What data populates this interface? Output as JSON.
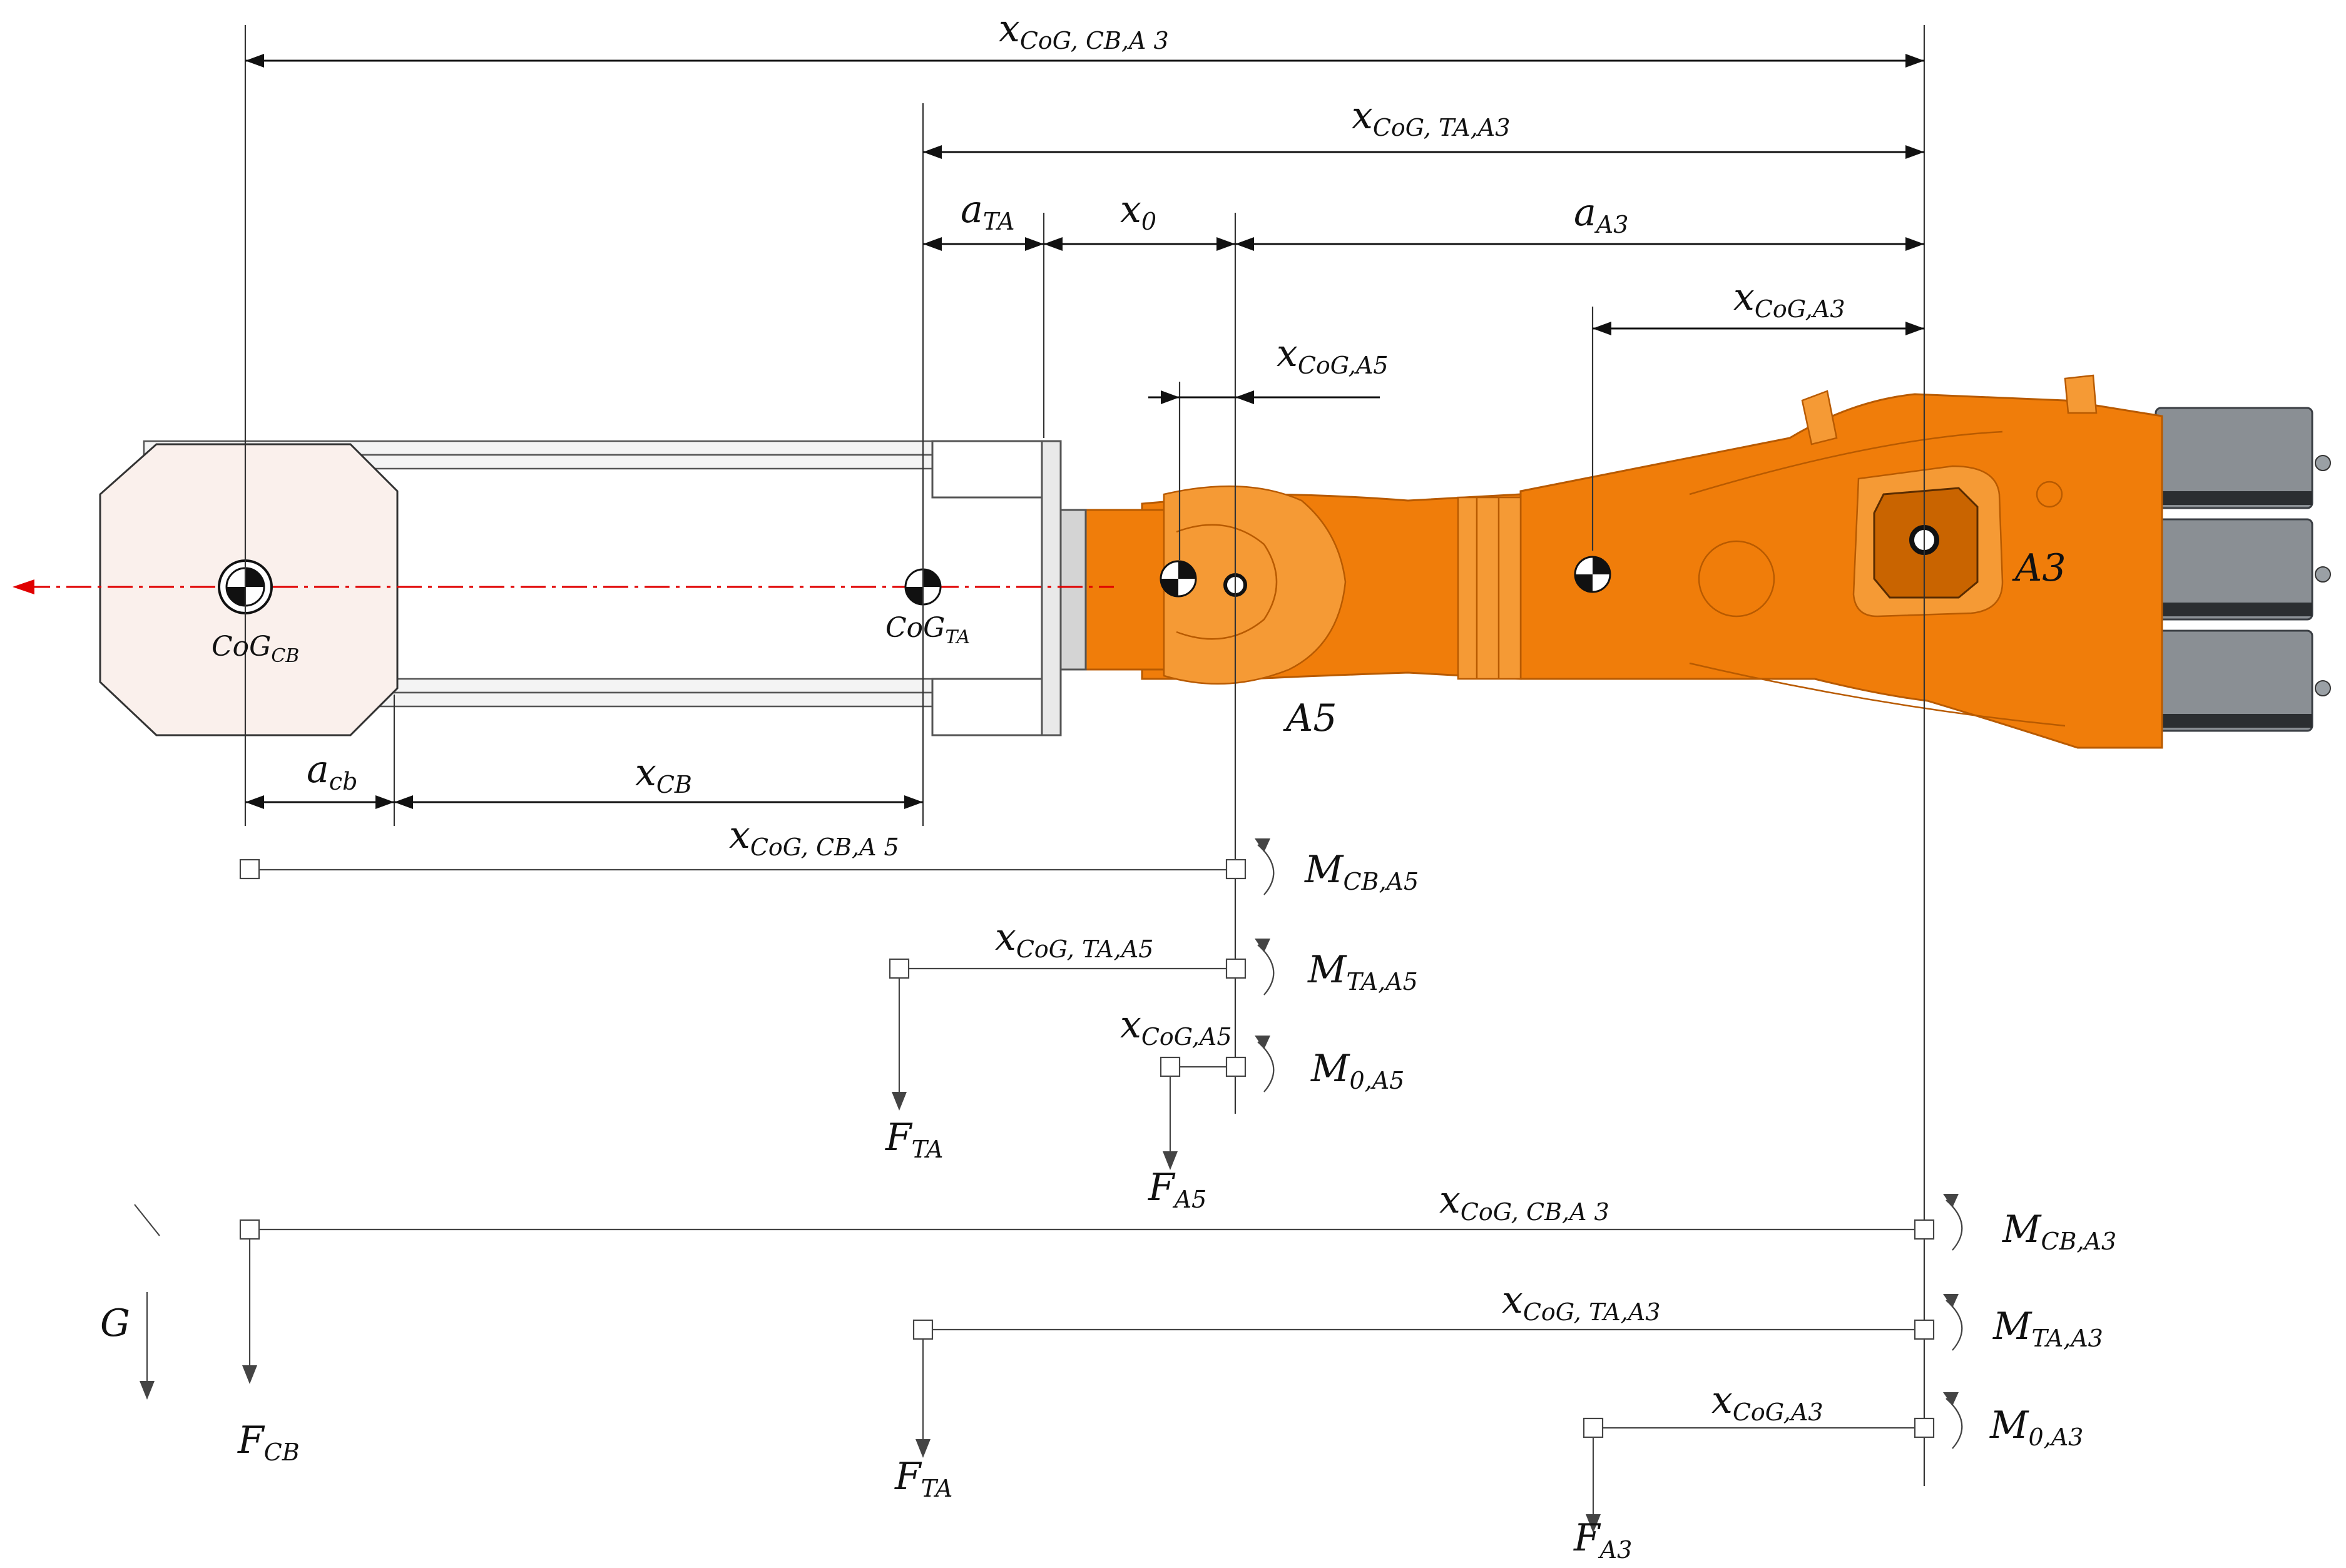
{
  "labels": {
    "cog_cb": {
      "main": "CoG",
      "sub": "CB"
    },
    "cog_ta": {
      "main": "CoG",
      "sub": "TA"
    },
    "a5": "A5",
    "a3": "A3",
    "g": "G"
  },
  "top_dimensions": [
    {
      "name": "x",
      "sub": "CoG, CB,A 3"
    },
    {
      "name": "x",
      "sub": "CoG, TA,A3"
    },
    {
      "name": "a",
      "sub": "TA"
    },
    {
      "name": "x",
      "sub": "0"
    },
    {
      "name": "a",
      "sub": "A3"
    },
    {
      "name": "x",
      "sub": "CoG,A3"
    },
    {
      "name": "x",
      "sub": "CoG,A5"
    }
  ],
  "bottom_dimensions": [
    {
      "name": "a",
      "sub": "cb"
    },
    {
      "name": "x",
      "sub": "CB"
    }
  ],
  "fbd_a5": {
    "lever_cb": {
      "name": "x",
      "sub": "CoG, CB,A 5"
    },
    "lever_ta": {
      "name": "x",
      "sub": "CoG, TA,A5"
    },
    "lever_a5": {
      "name": "x",
      "sub": "CoG,A5"
    },
    "moment_cb": {
      "name": "M",
      "sub": "CB,A5"
    },
    "moment_ta": {
      "name": "M",
      "sub": "TA,A5"
    },
    "moment_0": {
      "name": "M",
      "sub": "0,A5"
    },
    "force_ta": {
      "name": "F",
      "sub": "TA"
    },
    "force_a5": {
      "name": "F",
      "sub": "A5"
    }
  },
  "fbd_a3": {
    "lever_cb": {
      "name": "x",
      "sub": "CoG, CB,A 3"
    },
    "lever_ta": {
      "name": "x",
      "sub": "CoG, TA,A3"
    },
    "lever_a3": {
      "name": "x",
      "sub": "CoG,A3"
    },
    "moment_cb": {
      "name": "M",
      "sub": "CB,A3"
    },
    "moment_ta": {
      "name": "M",
      "sub": "TA,A3"
    },
    "moment_0": {
      "name": "M",
      "sub": "0,A3"
    },
    "force_cb": {
      "name": "F",
      "sub": "CB"
    },
    "force_ta": {
      "name": "F",
      "sub": "TA"
    },
    "force_a3": {
      "name": "F",
      "sub": "A3"
    }
  },
  "colors": {
    "robot_orange": "#f07d0a",
    "motor_gray": "#8a8f94",
    "axis_red": "#e00000",
    "line": "#111111"
  }
}
